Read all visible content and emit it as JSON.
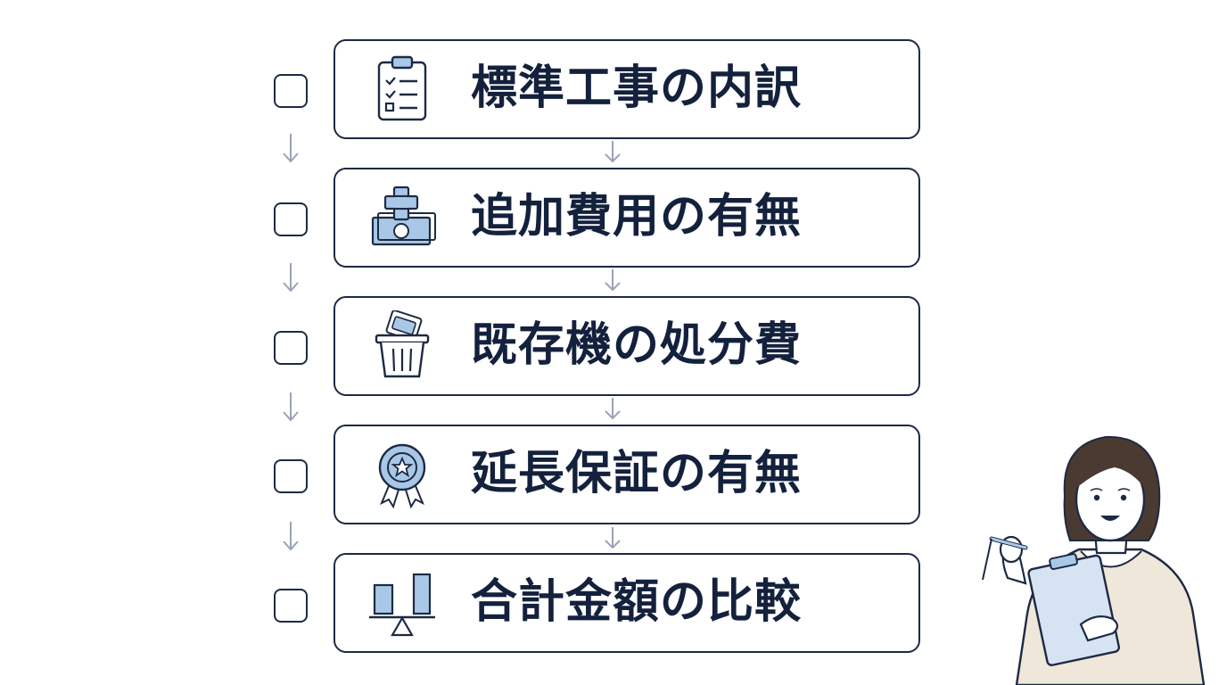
{
  "steps": [
    {
      "label": "標準工事の内訳",
      "icon": "clipboard-checklist-icon"
    },
    {
      "label": "追加費用の有無",
      "icon": "money-plus-icon"
    },
    {
      "label": "既存機の処分費",
      "icon": "trash-can-icon"
    },
    {
      "label": "延長保証の有無",
      "icon": "award-ribbon-icon"
    },
    {
      "label": "合計金額の比較",
      "icon": "balance-scale-icon"
    }
  ],
  "colors": {
    "outline": "#1d2a44",
    "text": "#14213d",
    "icon_fill": "#a9c8e8",
    "arrow": "#9aa3b8",
    "person_jacket": "#efe7da"
  }
}
